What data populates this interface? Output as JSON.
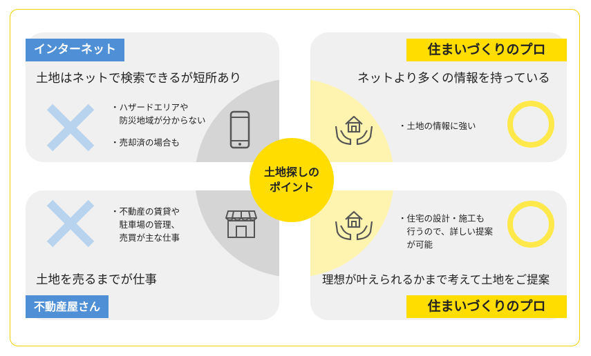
{
  "center": {
    "line1": "土地探しの",
    "line2": "ポイント"
  },
  "internet": {
    "tag": "インターネット",
    "headline": "土地はネットで検索できるが短所あり",
    "bullets": [
      {
        "lines": [
          "・ハザードエリアや",
          "　防災地域が分からない"
        ]
      },
      {
        "lines": [
          "・売却済の場合も"
        ]
      }
    ]
  },
  "realestate": {
    "tag": "不動産屋さん",
    "headline": "土地を売るまでが仕事",
    "bullets": [
      {
        "lines": [
          "・不動産の賃貸や",
          "　駐車場の管理、",
          "　売買が主な仕事"
        ]
      }
    ]
  },
  "pro_top": {
    "tag": "住まいづくりのプロ",
    "headline": "ネットより多くの情報を持っている",
    "bullets": [
      {
        "lines": [
          "・土地の情報に強い"
        ]
      }
    ]
  },
  "pro_bottom": {
    "tag": "住まいづくりのプロ",
    "headline": "理想が叶えられるかまで考えて土地をご提案",
    "bullets": [
      {
        "lines": [
          "・住宅の設計・施工も",
          "　行うので、詳しい提案",
          "　が可能"
        ]
      }
    ]
  },
  "colors": {
    "frame": "#f2d000",
    "yellow": "#ffdd00",
    "blue_tag": "#4f8fd6",
    "cross": "#b8d3ee",
    "panel": "#f0f0f0",
    "quarter_gray": "#d5d5d5",
    "quarter_yellow": "#fff3b0",
    "ring": "#ffe84a"
  },
  "icons": [
    "smartphone-icon",
    "shop-icon",
    "house-hands-icon",
    "cross-icon",
    "circle-icon"
  ]
}
